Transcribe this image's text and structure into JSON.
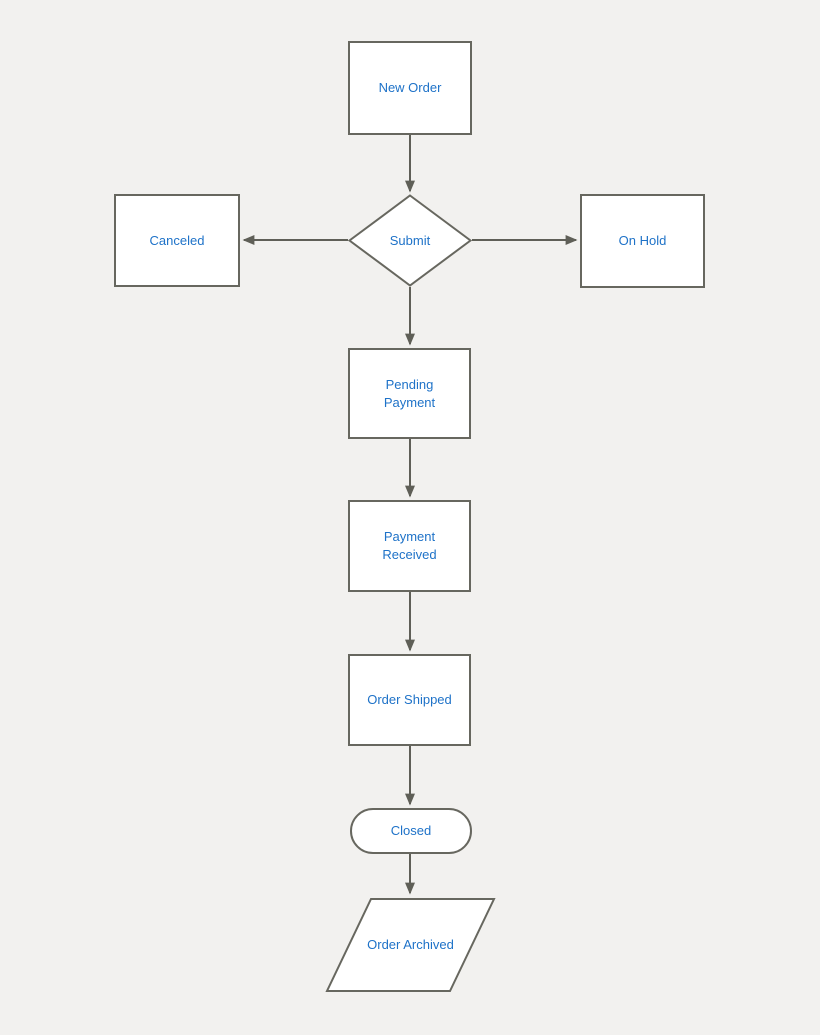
{
  "diagram": {
    "type": "flowchart",
    "colors": {
      "background": "#f2f1ef",
      "node_fill": "#ffffff",
      "node_border": "#67675f",
      "connector": "#5f5f57",
      "label_text": "#1e72c8"
    },
    "nodes": [
      {
        "id": "new-order",
        "shape": "rectangle",
        "label": "New Order"
      },
      {
        "id": "submit",
        "shape": "diamond",
        "label": "Submit"
      },
      {
        "id": "canceled",
        "shape": "rectangle",
        "label": "Canceled"
      },
      {
        "id": "on-hold",
        "shape": "rectangle",
        "label": "On Hold"
      },
      {
        "id": "pending-payment",
        "shape": "rectangle",
        "label": "Pending\nPayment"
      },
      {
        "id": "payment-received",
        "shape": "rectangle",
        "label": "Payment\nReceived"
      },
      {
        "id": "order-shipped",
        "shape": "rectangle",
        "label": "Order Shipped"
      },
      {
        "id": "closed",
        "shape": "terminator",
        "label": "Closed"
      },
      {
        "id": "order-archived",
        "shape": "parallelogram",
        "label": "Order Archived"
      }
    ],
    "edges": [
      {
        "from": "new-order",
        "to": "submit"
      },
      {
        "from": "submit",
        "to": "canceled"
      },
      {
        "from": "submit",
        "to": "on-hold"
      },
      {
        "from": "submit",
        "to": "pending-payment"
      },
      {
        "from": "pending-payment",
        "to": "payment-received"
      },
      {
        "from": "payment-received",
        "to": "order-shipped"
      },
      {
        "from": "order-shipped",
        "to": "closed"
      },
      {
        "from": "closed",
        "to": "order-archived"
      }
    ]
  }
}
